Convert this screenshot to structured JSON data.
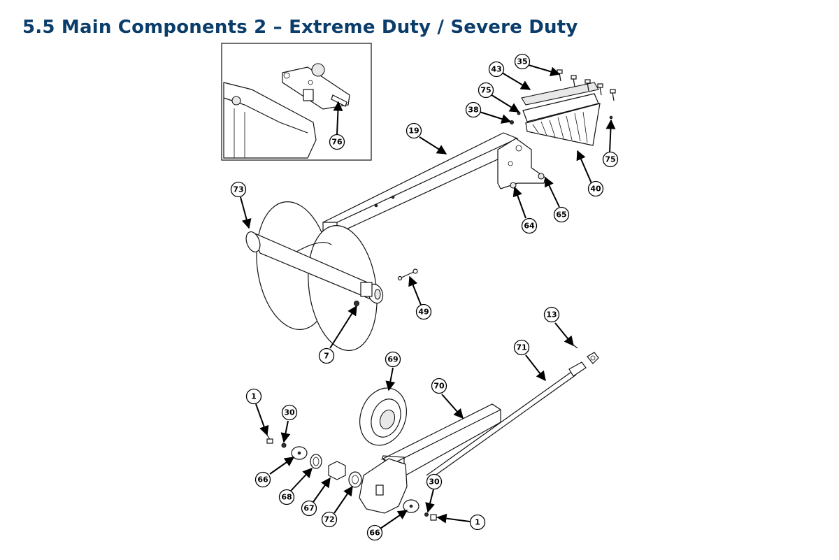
{
  "page": {
    "title": "5.5 Main Components 2 – Extreme Duty / Severe Duty"
  },
  "callouts": [
    {
      "label": "35"
    },
    {
      "label": "43"
    },
    {
      "label": "75"
    },
    {
      "label": "38"
    },
    {
      "label": "19"
    },
    {
      "label": "75"
    },
    {
      "label": "40"
    },
    {
      "label": "65"
    },
    {
      "label": "64"
    },
    {
      "label": "73"
    },
    {
      "label": "76"
    },
    {
      "label": "49"
    },
    {
      "label": "7"
    },
    {
      "label": "13"
    },
    {
      "label": "71"
    },
    {
      "label": "69"
    },
    {
      "label": "70"
    },
    {
      "label": "1"
    },
    {
      "label": "30"
    },
    {
      "label": "66"
    },
    {
      "label": "68"
    },
    {
      "label": "67"
    },
    {
      "label": "72"
    },
    {
      "label": "30"
    },
    {
      "label": "1"
    },
    {
      "label": "66"
    }
  ]
}
